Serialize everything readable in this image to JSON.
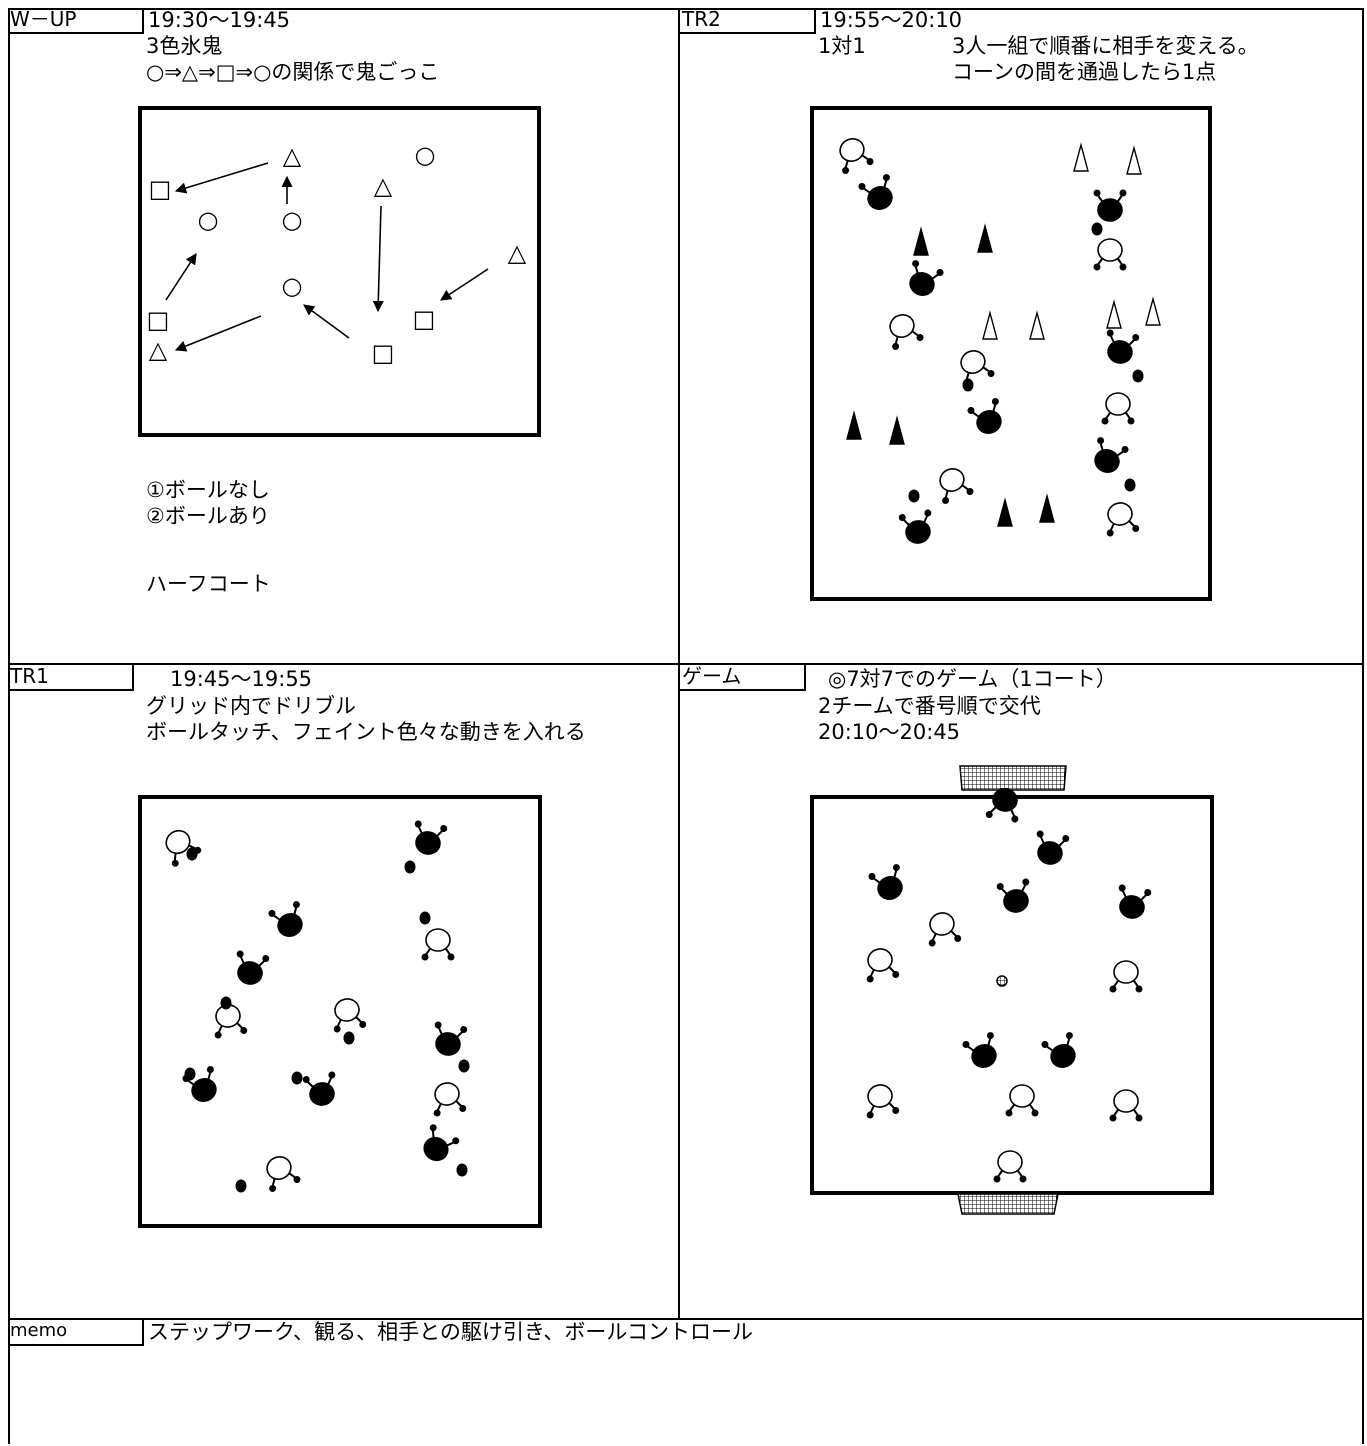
{
  "wup": {
    "tag": "W－UP",
    "time": "19:30～19:45",
    "title": "3色氷鬼",
    "rule": "○⇒△⇒□⇒○の関係で鬼ごっこ",
    "note1": "①ボールなし",
    "note2": "②ボールあり",
    "note3": "ハーフコート"
  },
  "tr2": {
    "tag": "TR2",
    "time": "19:55～20:10",
    "line1a": "1対1",
    "line1b": "3人一組で順番に相手を変える。",
    "line2": "コーンの間を通過したら1点"
  },
  "tr1": {
    "tag": "TR1",
    "time": "19:45～19:55",
    "line1": "グリッド内でドリブル",
    "line2": "ボールタッチ、フェイント色々な動きを入れる"
  },
  "game": {
    "tag": "ゲーム",
    "title": "◎7対7でのゲーム（1コート）",
    "line1": "2チームで番号順で交代",
    "time": "20:10～20:45"
  },
  "memo": {
    "tag": "memo",
    "text": "ステップワーク、観る、相手との駆け引き、ボールコントロール"
  },
  "colors": {
    "line": "#000000",
    "background": "#ffffff"
  }
}
